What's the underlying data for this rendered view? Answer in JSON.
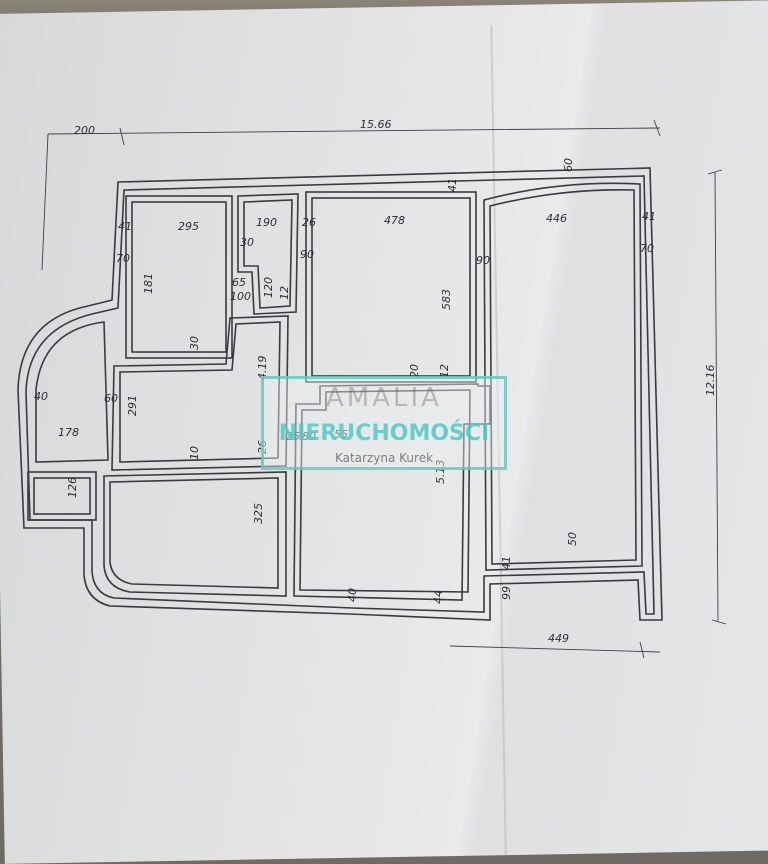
{
  "dimensions": {
    "top_left": "200",
    "top_total": "15.66",
    "r1_wall": "41",
    "r1_width": "295",
    "r2_width": "190",
    "r2_wall": "26",
    "r3_width": "478",
    "r3_wall": "41",
    "r4_width": "446",
    "r4_wall_right": "41",
    "top_wall": "60",
    "wall70_a": "70",
    "wall70_b": "70",
    "r1_height": "181",
    "d30": "30",
    "d65": "65",
    "d100": "100",
    "d120": "120",
    "d12a": "12",
    "d90a": "90",
    "d90b": "90",
    "r3_height": "583",
    "d30b": "30",
    "d419": "4.19",
    "d40a": "40",
    "d60": "60",
    "d291": "291",
    "d178": "178",
    "d25a": "25",
    "d80": "80",
    "d55": "55",
    "d20": "20",
    "d12b": "12",
    "d10": "10",
    "d26": "26",
    "d126": "126",
    "d325": "325",
    "d513": "5.13",
    "d40b": "40",
    "d44": "44",
    "d99": "99",
    "d41b": "41",
    "d50": "50",
    "right_height": "12.16",
    "bottom_right": "449"
  },
  "watermark": {
    "top": "AMALIA",
    "main": "NIERUCHOMOŚCI",
    "sub": "Katarzyna Kurek"
  },
  "colors": {
    "paper": "#e4e5e6",
    "ink": "#3a3a40",
    "watermark_accent": "#46c8c3"
  }
}
